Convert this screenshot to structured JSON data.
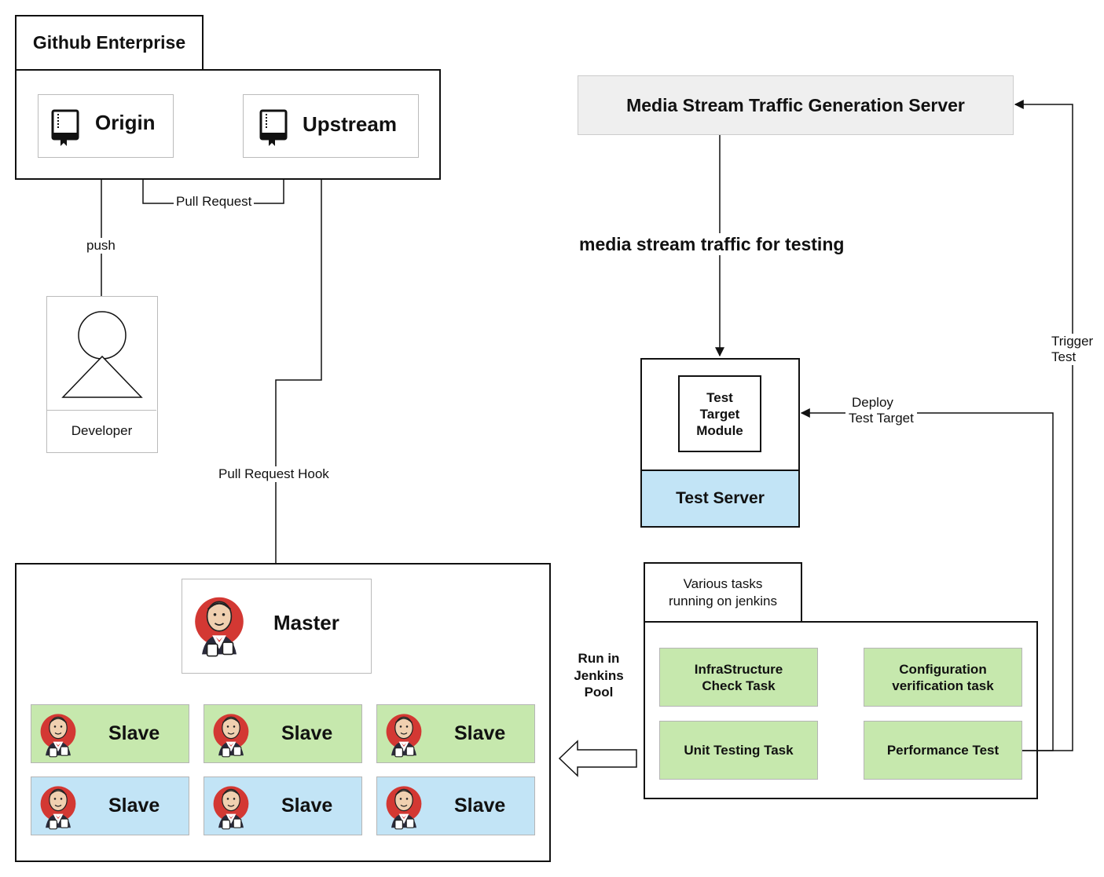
{
  "github": {
    "title": "Github Enterprise",
    "origin_label": "Origin",
    "upstream_label": "Upstream",
    "origin_icon": "repo-book-icon",
    "upstream_icon": "repo-book-icon"
  },
  "edges": {
    "pull_request": "Pull Request",
    "push": "push",
    "pull_request_hook": "Pull Request Hook",
    "media_stream": "media stream traffic for testing",
    "deploy_line1": "Deploy",
    "deploy_line2": "Test Target",
    "trigger_line1": "Trigger",
    "trigger_line2": "Test",
    "run_line1": "Run in",
    "run_line2": "Jenkins",
    "run_line3": "Pool"
  },
  "developer": {
    "label": "Developer",
    "icon": "person-icon"
  },
  "media_server": {
    "label": "Media Stream Traffic Generation Server"
  },
  "test_server": {
    "module_line1": "Test",
    "module_line2": "Target",
    "module_line3": "Module",
    "label": "Test Server"
  },
  "jenkins": {
    "master_label": "Master",
    "icon": "jenkins-butler-icon",
    "slaves": [
      {
        "label": "Slave",
        "color": "green"
      },
      {
        "label": "Slave",
        "color": "green"
      },
      {
        "label": "Slave",
        "color": "green"
      },
      {
        "label": "Slave",
        "color": "blue"
      },
      {
        "label": "Slave",
        "color": "blue"
      },
      {
        "label": "Slave",
        "color": "blue"
      }
    ]
  },
  "tasks": {
    "header_line1": "Various tasks",
    "header_line2": "running on jenkins",
    "infra_line1": "InfraStructure",
    "infra_line2": "Check Task",
    "config_line1": "Configuration",
    "config_line2": "verification task",
    "unit": "Unit Testing Task",
    "perf": "Performance Test"
  },
  "colors": {
    "green": "#c6e8ad",
    "blue": "#c2e4f6",
    "server_gray": "#efefef"
  }
}
